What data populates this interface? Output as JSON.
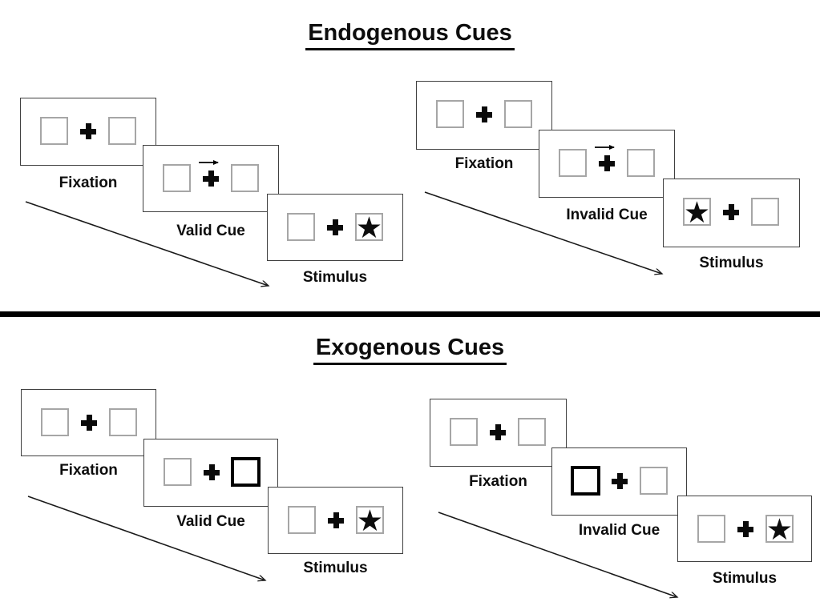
{
  "glyphs": {
    "star": "★"
  },
  "colors": {
    "ink": "#000000",
    "panel_border": "#404040",
    "placeholder_box_border": "#a6a6a6",
    "bold_cue_box_border": "#000000",
    "background": "#ffffff"
  },
  "sections": [
    {
      "id": "endogenous",
      "title": "Endogenous Cues",
      "trials": [
        {
          "name": "valid",
          "panels": [
            {
              "label": "Fixation",
              "left_box": "empty",
              "right_box": "empty",
              "cue_arrow": "none"
            },
            {
              "label": "Valid Cue",
              "left_box": "empty",
              "right_box": "empty",
              "cue_arrow": "right"
            },
            {
              "label": "Stimulus",
              "left_box": "empty",
              "right_box": "star",
              "cue_arrow": "none"
            }
          ]
        },
        {
          "name": "invalid",
          "panels": [
            {
              "label": "Fixation",
              "left_box": "empty",
              "right_box": "empty",
              "cue_arrow": "none"
            },
            {
              "label": "Invalid Cue",
              "left_box": "empty",
              "right_box": "empty",
              "cue_arrow": "right"
            },
            {
              "label": "Stimulus",
              "left_box": "star",
              "right_box": "empty",
              "cue_arrow": "none"
            }
          ]
        }
      ]
    },
    {
      "id": "exogenous",
      "title": "Exogenous Cues",
      "trials": [
        {
          "name": "valid",
          "panels": [
            {
              "label": "Fixation",
              "left_box": "empty",
              "right_box": "empty",
              "cue_arrow": "none"
            },
            {
              "label": "Valid Cue",
              "left_box": "empty",
              "right_box": "bold-outline",
              "cue_arrow": "none"
            },
            {
              "label": "Stimulus",
              "left_box": "empty",
              "right_box": "star",
              "cue_arrow": "none"
            }
          ]
        },
        {
          "name": "invalid",
          "panels": [
            {
              "label": "Fixation",
              "left_box": "empty",
              "right_box": "empty",
              "cue_arrow": "none"
            },
            {
              "label": "Invalid Cue",
              "left_box": "bold-outline",
              "right_box": "empty",
              "cue_arrow": "none"
            },
            {
              "label": "Stimulus",
              "left_box": "empty",
              "right_box": "star",
              "cue_arrow": "none"
            }
          ]
        }
      ]
    }
  ]
}
